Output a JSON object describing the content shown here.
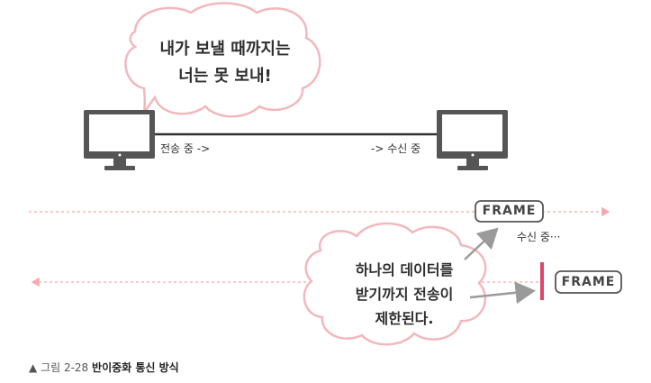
{
  "speech_cloud": {
    "line1": "내가 보낼 때까지는",
    "line2": "너는 못 보내!"
  },
  "link": {
    "sender_label": "전송 중 ->",
    "receiver_label": "-> 수신 중"
  },
  "forward_channel": {
    "frame_label": "FRAME",
    "status_label": "수신 중···"
  },
  "backward_channel": {
    "frame_label": "FRAME"
  },
  "note_cloud": {
    "line1": "하나의 데이터를",
    "line2": "받기까지 전송이",
    "line3": "제한된다."
  },
  "caption": {
    "marker": "▲",
    "number": "그림 2-28",
    "title": "반이중화 통신 방식"
  },
  "colors": {
    "dashed_line": "#f4a9ad",
    "cloud_stroke": "#f2b8bc",
    "monitor": "#555555",
    "block_bar": "#e0456a",
    "arrow": "#9a9a9a"
  }
}
